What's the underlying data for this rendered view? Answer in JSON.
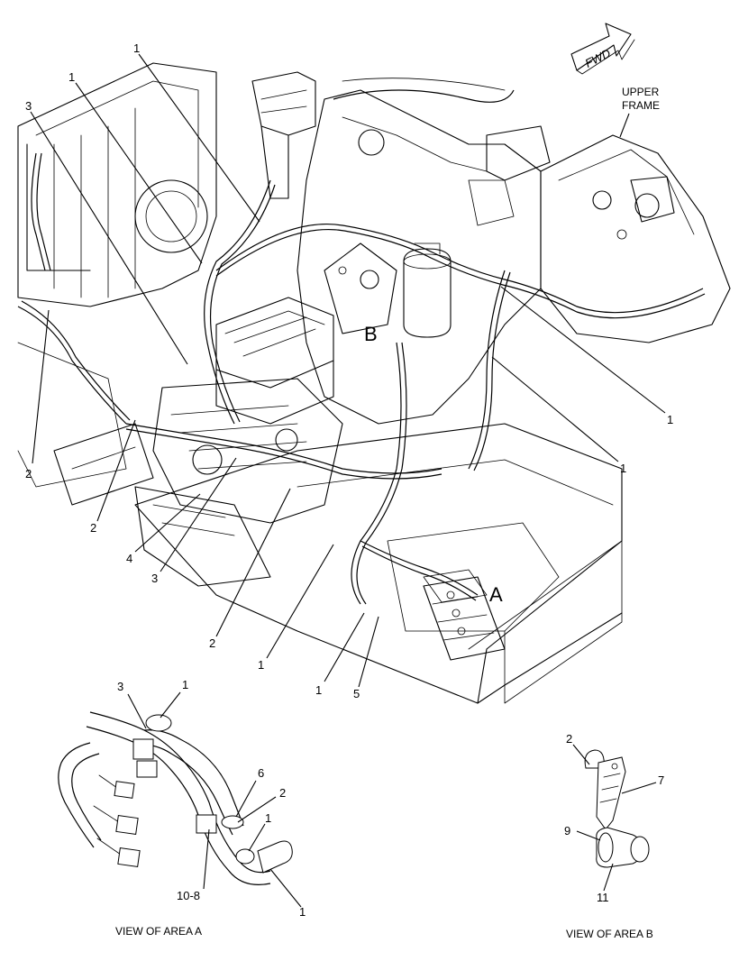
{
  "labels": {
    "fwd": "FWD",
    "upper_frame_line1": "UPPER",
    "upper_frame_line2": "FRAME",
    "area_a": "A",
    "area_b": "B",
    "view_a": "VIEW OF AREA A",
    "view_b": "VIEW OF AREA B"
  },
  "callouts": {
    "c1a": "1",
    "c1b": "1",
    "c3a": "3",
    "c2a": "2",
    "c2b": "2",
    "c4": "4",
    "c3b": "3",
    "c2c": "2",
    "c1c": "1",
    "c1d": "1",
    "c5": "5",
    "c1e": "1",
    "c1f": "1",
    "va3": "3",
    "va1a": "1",
    "va6": "6",
    "va2": "2",
    "va1b": "1",
    "va108": "10-8",
    "va1c": "1",
    "vb2": "2",
    "vb7": "7",
    "vb9": "9",
    "vb11": "11"
  }
}
